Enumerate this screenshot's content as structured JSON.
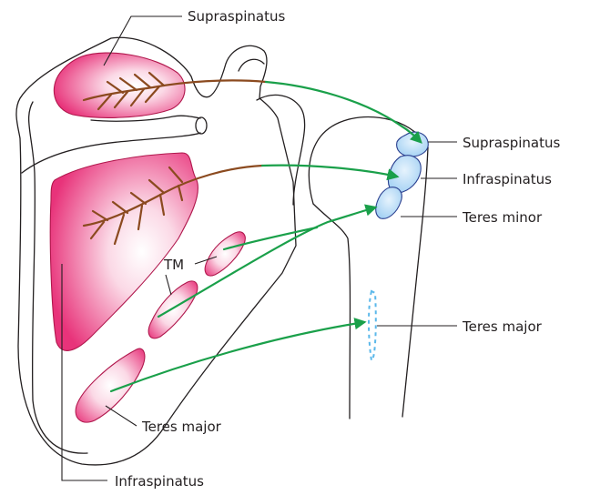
{
  "labels": {
    "supraspinatus_origin": "Supraspinatus",
    "supraspinatus_insertion": "Supraspinatus",
    "infraspinatus_insertion": "Infraspinatus",
    "teres_minor_insertion": "Teres minor",
    "teres_major_insertion": "Teres major",
    "teres_minor_origin_abbrev": "TM",
    "teres_major_origin": "Teres major",
    "infraspinatus_origin": "Infraspinatus"
  },
  "colors": {
    "origin_fill": "#e8337a",
    "origin_fill_light": "#fbd9e6",
    "insertion_fill": "#a9d4f5",
    "insertion_outline": "#2a3f8f",
    "arrow": "#1aa04a",
    "nerve": "#8b4a1f",
    "bone_outline": "#231f20",
    "dashed_insertion": "#5bb8ea"
  }
}
